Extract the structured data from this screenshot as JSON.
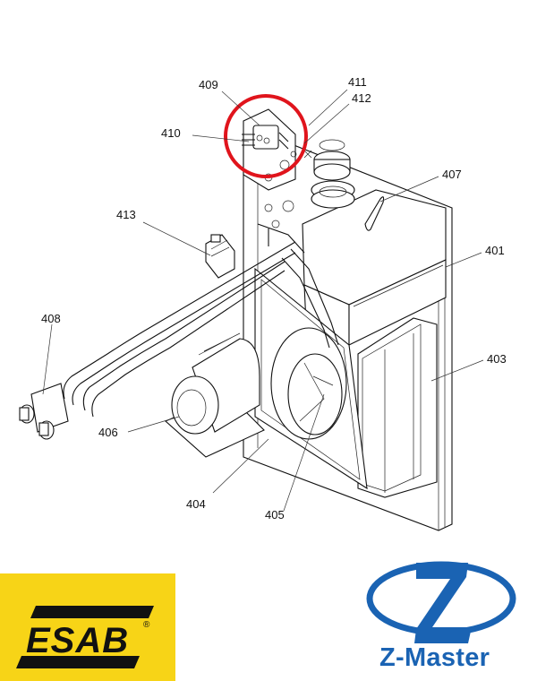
{
  "diagram": {
    "callouts": [
      "409",
      "410",
      "411",
      "412",
      "413",
      "407",
      "401",
      "408",
      "403",
      "406",
      "404",
      "405"
    ],
    "highlight_color": "#e0141c"
  },
  "branding": {
    "esab": {
      "text": "ESAB",
      "registered": "®",
      "bg_color": "#f7d417"
    },
    "zmaster": {
      "text": "Z-Master",
      "color": "#1a63b3"
    }
  }
}
